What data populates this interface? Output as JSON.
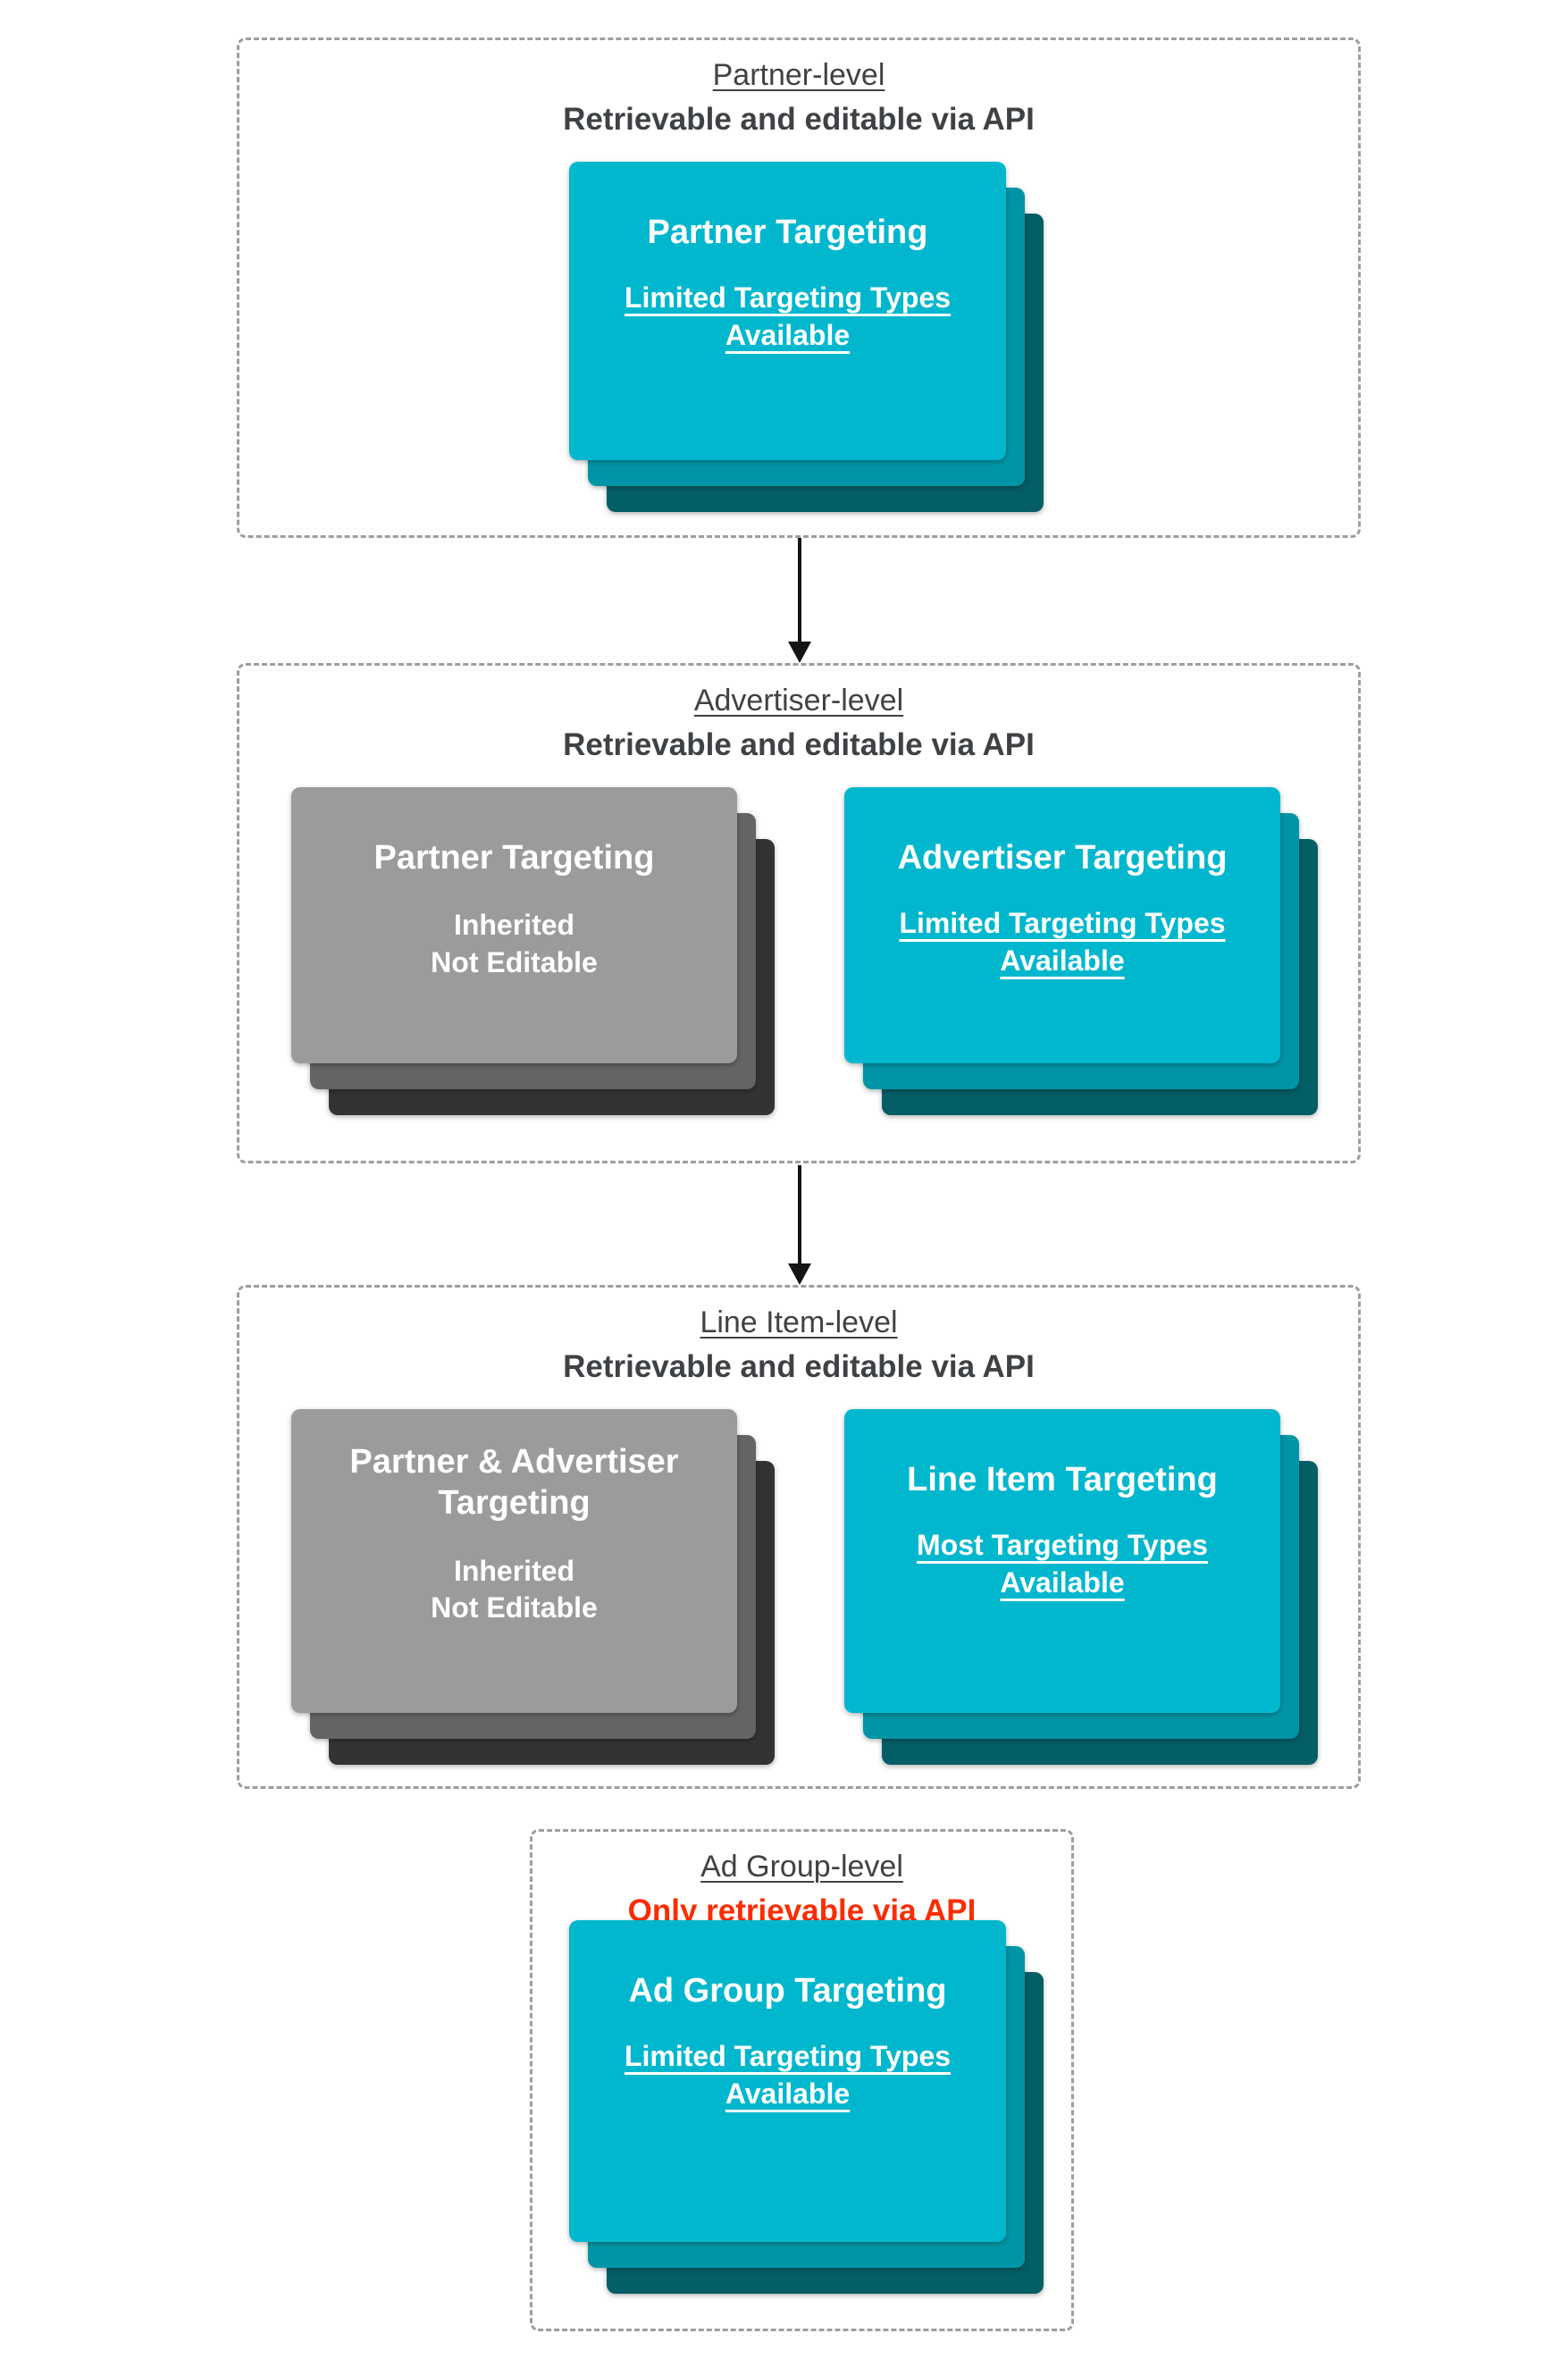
{
  "palette": {
    "teal_card": "#00b7ce",
    "teal_stack_mid": "#0095a6",
    "teal_stack_back": "#045e66",
    "gray_card": "#9b9b9b",
    "gray_stack_mid": "#646464",
    "gray_stack_back": "#333333",
    "heading_text": "#3f4245",
    "alert_red": "#fa2d00",
    "card_text": "#ffffff",
    "dashed_border": "#9e9e9e",
    "arrow": "#141414"
  },
  "sections": [
    {
      "title": "Partner-level",
      "subtitle": "Retrievable and editable via API",
      "cards": [
        {
          "style": "teal",
          "title": "Partner Targeting",
          "subtitle": "Limited Targeting Types Available"
        }
      ]
    },
    {
      "title": "Advertiser-level",
      "subtitle": "Retrievable and editable via API",
      "cards": [
        {
          "style": "gray",
          "title": "Partner Targeting",
          "lines": [
            "Inherited",
            "Not Editable"
          ]
        },
        {
          "style": "teal",
          "title": "Advertiser Targeting",
          "subtitle": "Limited Targeting Types Available"
        }
      ]
    },
    {
      "title": "Line Item-level",
      "subtitle": "Retrievable and editable via API",
      "cards": [
        {
          "style": "gray",
          "title": "Partner & Advertiser Targeting",
          "lines": [
            "Inherited",
            "Not Editable"
          ]
        },
        {
          "style": "teal",
          "title": "Line Item Targeting",
          "subtitle": "Most Targeting Types Available"
        }
      ]
    },
    {
      "title": "Ad Group-level",
      "subtitle": "Only retrievable via API",
      "cards": [
        {
          "style": "teal",
          "title": "Ad Group Targeting",
          "subtitle": "Limited Targeting Types Available"
        }
      ]
    }
  ]
}
